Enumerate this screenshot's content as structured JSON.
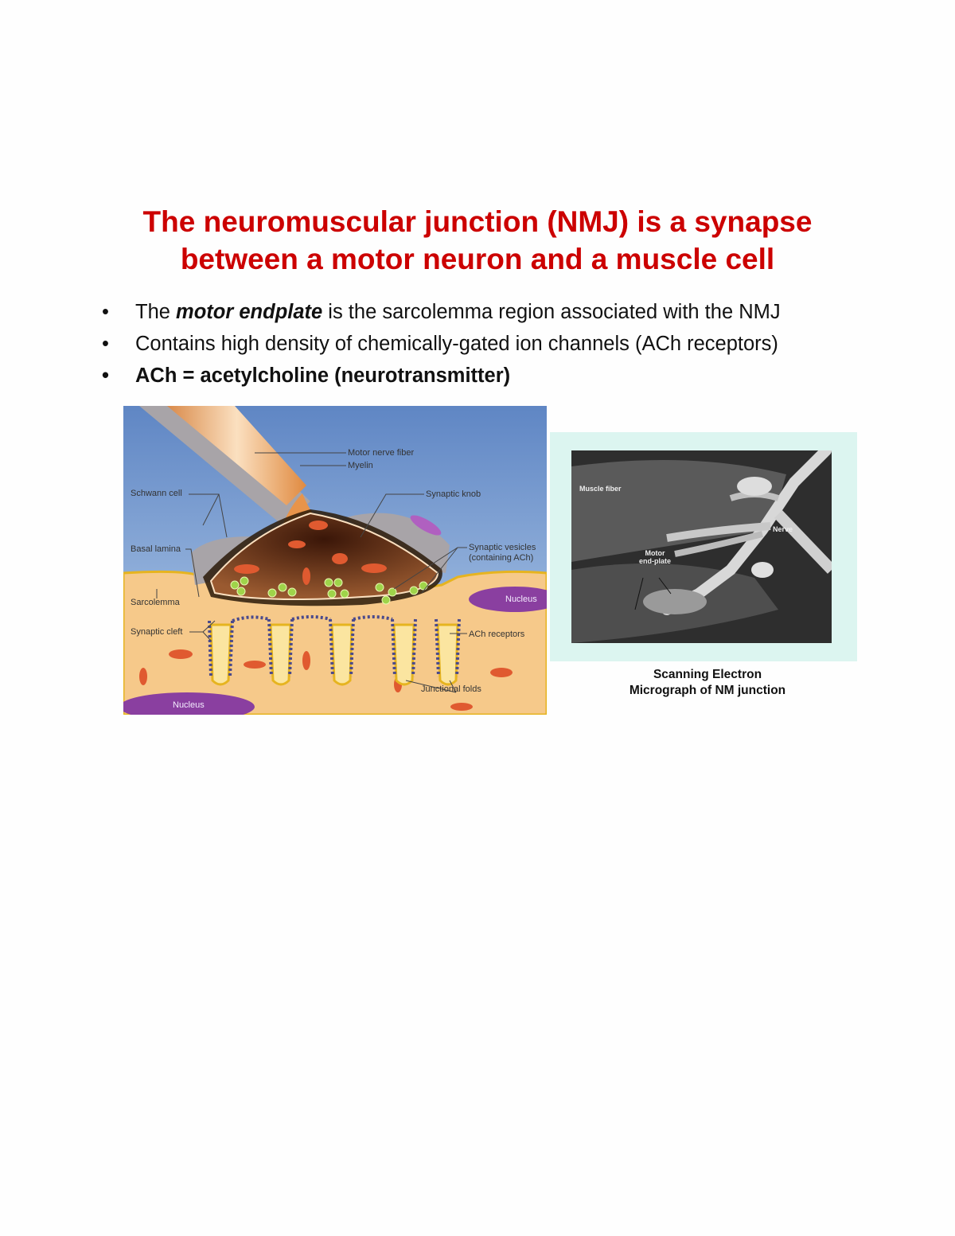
{
  "title": {
    "line1": "The neuromuscular junction (NMJ) is a synapse",
    "line2": "between a motor neuron and a muscle cell"
  },
  "bullets": [
    {
      "marker": "•",
      "pre": "The ",
      "emph": "motor endplate",
      "post": " is the sarcolemma region associated with the NMJ"
    },
    {
      "marker": "•",
      "text": "Contains high density of chemically-gated ion channels (ACh receptors)"
    },
    {
      "marker": "•",
      "text": "ACh = acetylcholine (neurotransmitter)"
    }
  ],
  "diagram": {
    "labels": {
      "motor_nerve_fiber": "Motor nerve fiber",
      "myelin": "Myelin",
      "schwann_cell": "Schwann cell",
      "synaptic_knob": "Synaptic knob",
      "basal_lamina": "Basal lamina",
      "synaptic_vesicles_1": "Synaptic vesicles",
      "synaptic_vesicles_2": "(containing ACh)",
      "sarcolemma": "Sarcolemma",
      "nucleus_right": "Nucleus",
      "synaptic_cleft": "Synaptic cleft",
      "ach_receptors": "ACh receptors",
      "junctional_folds": "Junctional folds",
      "nucleus_bottom": "Nucleus"
    },
    "colors": {
      "background": "#8fb0dc",
      "muscle": "#f6c98a",
      "knob": "#5a2a12",
      "vesicle": "#9fd44a",
      "nucleus": "#8a3fa0",
      "receptor": "#4a4a8c"
    }
  },
  "micrograph": {
    "panel_color": "#dcf5f0",
    "labels": {
      "muscle_fiber": "Muscle fiber",
      "nerve": "Nerve",
      "motor_endplate_1": "Motor",
      "motor_endplate_2": "end-plate"
    },
    "caption_line1": "Scanning Electron",
    "caption_line2": "Micrograph of NM junction"
  }
}
